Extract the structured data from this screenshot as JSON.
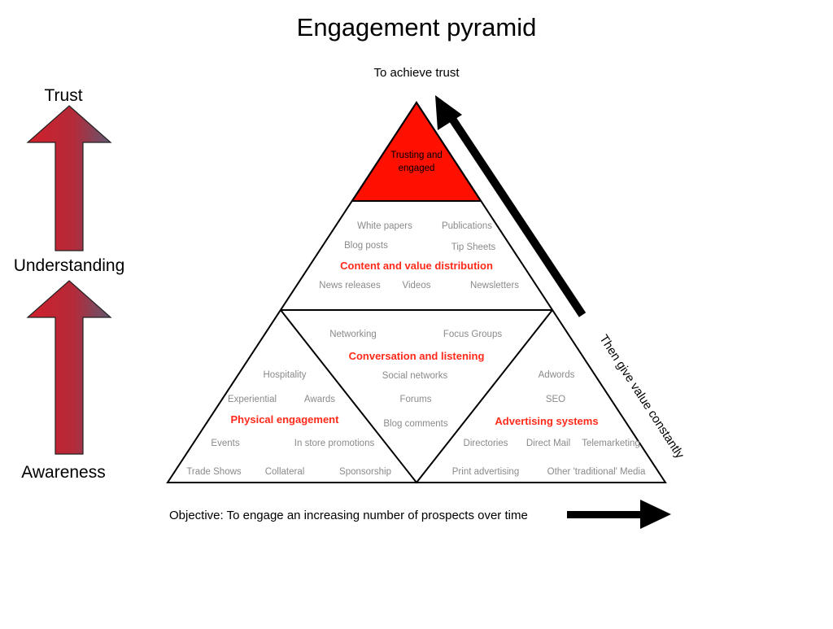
{
  "title": "Engagement pyramid",
  "top_caption": "To achieve trust",
  "side_caption": "Then give value constantly",
  "bottom_caption": "Objective: To engage an increasing number of prospects over time",
  "levels": {
    "trust": "Trust",
    "understanding": "Understanding",
    "awareness": "Awareness"
  },
  "apex": {
    "line1": "Trusting and",
    "line2": "engaged"
  },
  "content": {
    "heading": "Content and value distribution",
    "items": [
      "White papers",
      "Publications",
      "Blog posts",
      "Tip  Sheets",
      "News releases",
      "Videos",
      "Newsletters"
    ]
  },
  "conversation": {
    "heading": "Conversation and listening",
    "items": [
      "Networking",
      "Focus Groups",
      "Social networks",
      "Forums",
      "Blog comments"
    ]
  },
  "physical": {
    "heading": "Physical engagement",
    "items": [
      "Hospitality",
      "Experiential",
      "Awards",
      "Events",
      "In store promotions",
      "Trade Shows",
      "Collateral",
      "Sponsorship"
    ]
  },
  "advertising": {
    "heading": "Advertising systems",
    "items": [
      "Adwords",
      "SEO",
      "Directories",
      "Direct Mail",
      "Telemarketing",
      "Print advertising",
      "Other 'traditional' Media"
    ]
  },
  "colors": {
    "apex_fill": "#ff1000",
    "heading_red": "#ff2a1a",
    "item_grey": "#8a8a8a",
    "arrow_red": "#c02030",
    "arrow_slate": "#605870"
  },
  "icons": [
    "up-arrow-icon",
    "up-arrow-icon",
    "diagonal-arrow-icon",
    "right-arrow-icon"
  ]
}
